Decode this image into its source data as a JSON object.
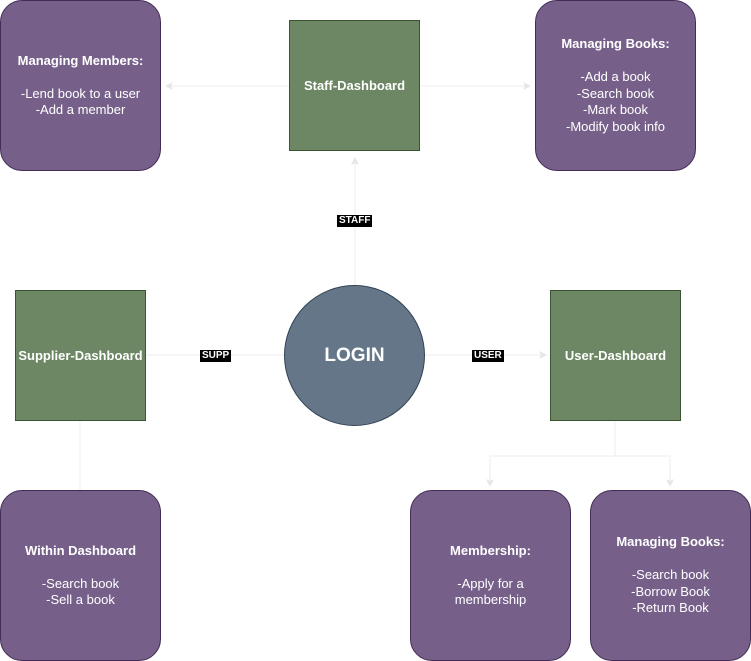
{
  "login": {
    "label": "LOGIN"
  },
  "staff_dashboard": {
    "label": "Staff-Dashboard"
  },
  "supplier_dashboard": {
    "label": "Supplier-Dashboard"
  },
  "user_dashboard": {
    "label": "User-Dashboard"
  },
  "managing_members": {
    "title": "Managing Members:",
    "items": [
      "-Lend book to a user",
      "-Add a member"
    ]
  },
  "staff_managing_books": {
    "title": "Managing Books:",
    "items": [
      "-Add a book",
      "-Search book",
      "-Mark book",
      "-Modify book info"
    ]
  },
  "within_dashboard": {
    "title": "Within Dashboard",
    "items": [
      "-Search book",
      "-Sell a book"
    ]
  },
  "membership": {
    "title": "Membership:",
    "items": [
      "-Apply for a",
      "membership"
    ]
  },
  "user_managing_books": {
    "title": "Managing Books:",
    "items": [
      "-Search book",
      "-Borrow Book",
      "-Return Book"
    ]
  },
  "edge_labels": {
    "staff": "STAFF",
    "supp": "SUPP",
    "user": "USER"
  },
  "colors": {
    "purple_fill": "#76608a",
    "green_fill": "#6d8764",
    "circle_fill": "#647687",
    "edge": "#eeeeee"
  }
}
